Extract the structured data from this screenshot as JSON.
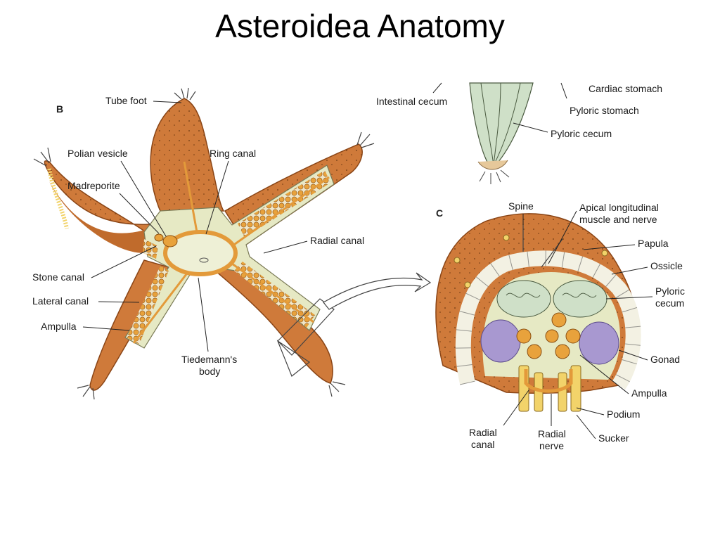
{
  "title": "Asteroidea Anatomy",
  "panels": {
    "b": "B",
    "c": "C"
  },
  "labels": {
    "tube_foot": "Tube foot",
    "polian_vesicle": "Polian vesicle",
    "ring_canal": "Ring canal",
    "madreporite": "Madreporite",
    "radial_canal_b": "Radial canal",
    "stone_canal": "Stone canal",
    "lateral_canal": "Lateral canal",
    "ampulla_b": "Ampulla",
    "tiedemanns_body": [
      "Tiedemann's",
      "body"
    ],
    "intestinal_cecum": "Intestinal cecum",
    "cardiac_stomach": "Cardiac stomach",
    "pyloric_stomach": "Pyloric stomach",
    "pyloric_cecum_top": "Pyloric cecum",
    "spine": "Spine",
    "apical_muscle": [
      "Apical longitudinal",
      "muscle and nerve"
    ],
    "papula": "Papula",
    "ossicle": "Ossicle",
    "pyloric_cecum_c": [
      "Pyloric",
      "cecum"
    ],
    "gonad": "Gonad",
    "ampulla_c": "Ampulla",
    "podium": "Podium",
    "sucker": "Sucker",
    "radial_canal_c": [
      "Radial",
      "canal"
    ],
    "radial_nerve": [
      "Radial",
      "nerve"
    ]
  },
  "colors": {
    "arm": "#cf7a3a",
    "arm_dark": "#9a4f1e",
    "disc": "#e6e9c4",
    "ampulla": "#e8a23c",
    "ring": "#e39a3a",
    "gonad": "#a898d0",
    "cecum": "#cfe0c8",
    "ossicle": "#f3f1e3",
    "podium": "#f2d36a"
  }
}
